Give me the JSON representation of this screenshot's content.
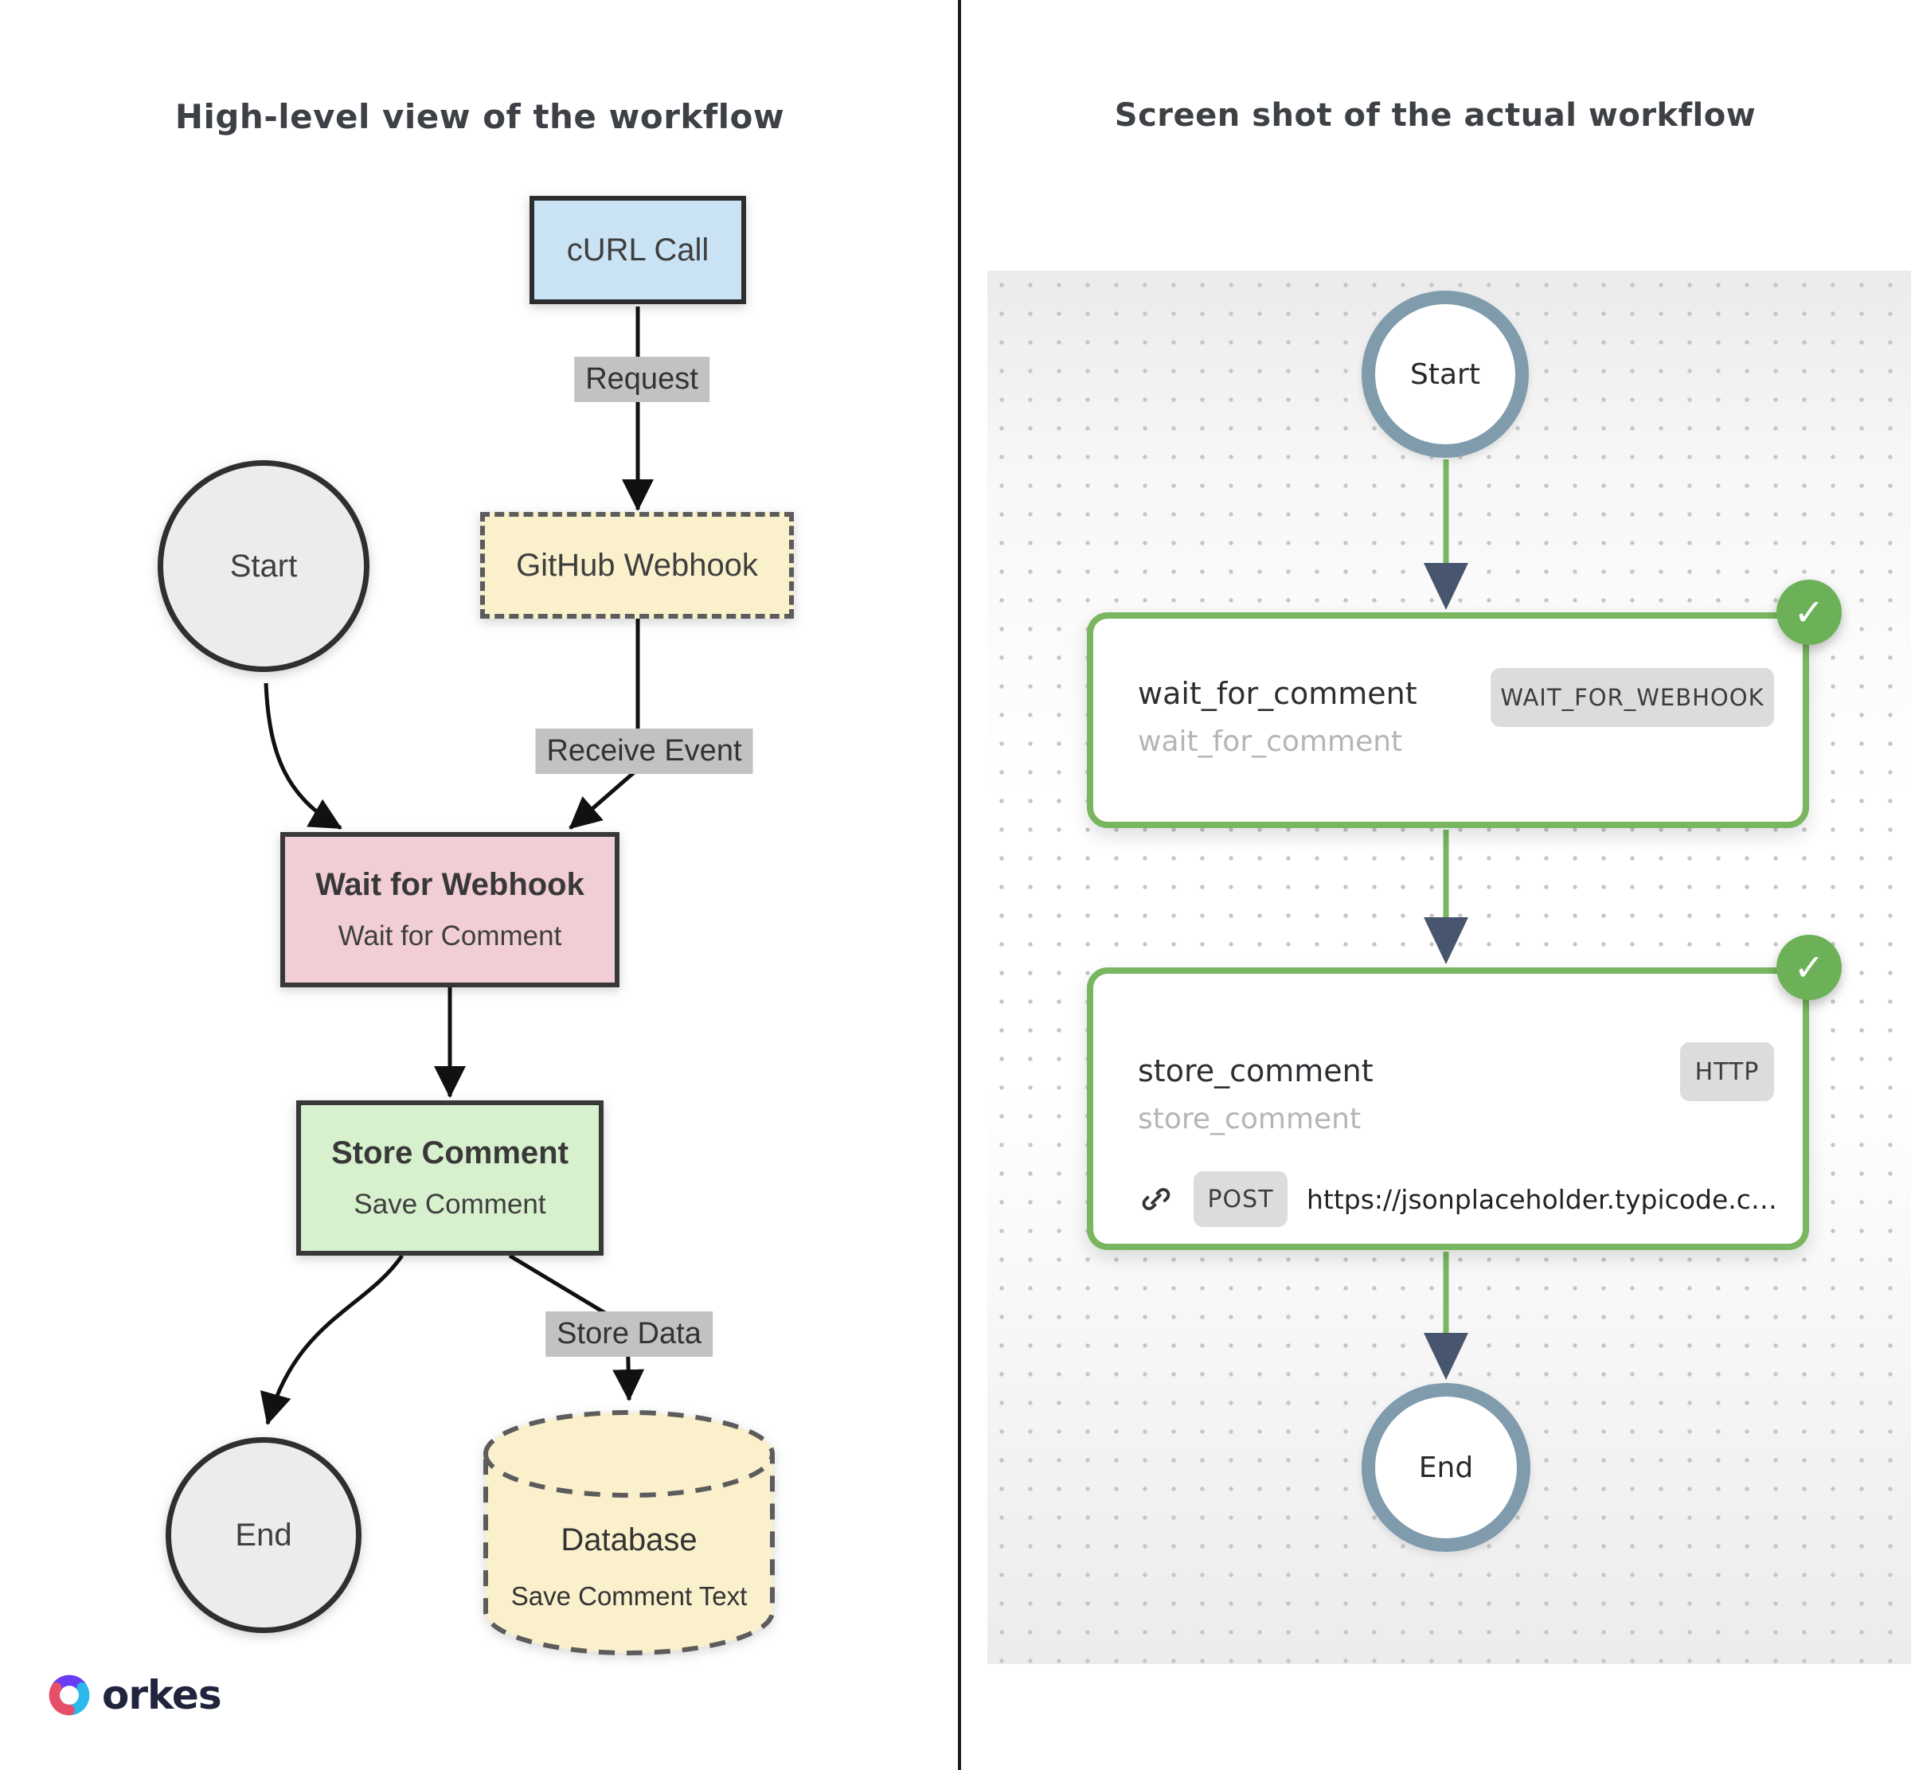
{
  "left_panel": {
    "title": "High-level view of the workflow",
    "nodes": {
      "curl_call": "cURL Call",
      "github_webhook": "GitHub Webhook",
      "start": "Start",
      "wait_title": "Wait for Webhook",
      "wait_subtitle": "Wait for Comment",
      "store_title": "Store Comment",
      "store_subtitle": "Save Comment",
      "end": "End",
      "database_title": "Database",
      "database_subtitle": "Save Comment Text"
    },
    "edge_labels": {
      "request": "Request",
      "receive_event": "Receive Event",
      "store_data": "Store Data"
    },
    "logo": "orkes"
  },
  "right_panel": {
    "title": "Screen shot of the actual workflow",
    "start": "Start",
    "end": "End",
    "check_glyph": "✓",
    "tasks": [
      {
        "name": "wait_for_comment",
        "ref": "wait_for_comment",
        "type": "WAIT_FOR_WEBHOOK"
      },
      {
        "name": "store_comment",
        "ref": "store_comment",
        "type": "HTTP",
        "method": "POST",
        "url": "https://jsonplaceholder.typicode.c…"
      }
    ]
  },
  "colors": {
    "card_border_green": "#79b65f",
    "check_green": "#6cb157",
    "arrow_slate": "#47566e",
    "node_ring_blue": "#7f9bac",
    "curl_fill": "#c9e3f4",
    "webhook_fill": "#faf0cc",
    "wait_fill": "#f1ced6",
    "store_fill": "#d7f0cd",
    "terminal_fill": "#ececec",
    "edge_label_bg": "#c2c2c2"
  }
}
